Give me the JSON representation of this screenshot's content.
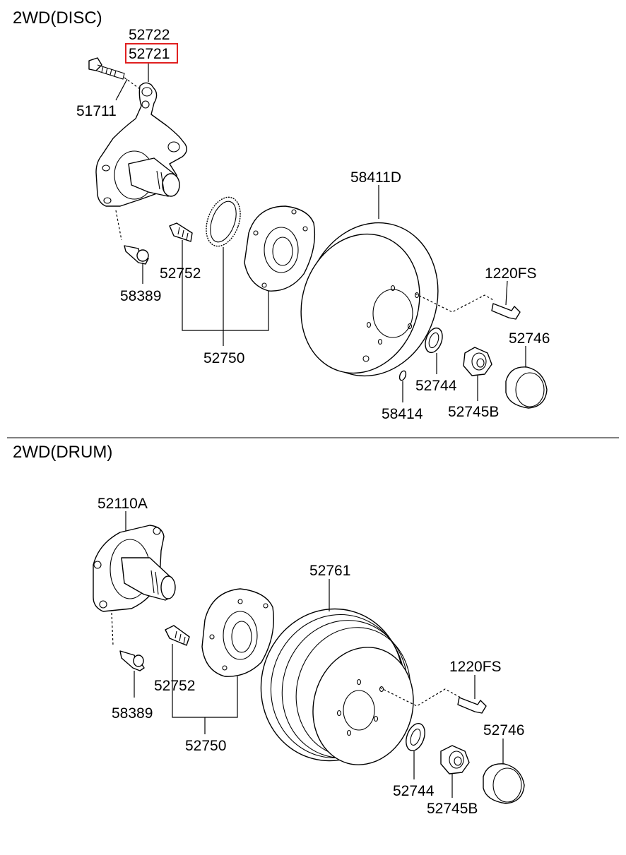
{
  "sections": {
    "disc": {
      "title": "2WD(DISC)",
      "labels": {
        "p52722": "52722",
        "p52721": "52721",
        "p51711": "51711",
        "p58411D": "58411D",
        "p52752": "52752",
        "p58389": "58389",
        "p1220FS": "1220FS",
        "p52746": "52746",
        "p52750": "52750",
        "p52744": "52744",
        "p58414": "58414",
        "p52745B": "52745B"
      }
    },
    "drum": {
      "title": "2WD(DRUM)",
      "labels": {
        "p52110A": "52110A",
        "p52761": "52761",
        "p1220FS": "1220FS",
        "p58389": "58389",
        "p52752": "52752",
        "p52746": "52746",
        "p52750": "52750",
        "p52744": "52744",
        "p52745B": "52745B"
      }
    }
  },
  "highlight": {
    "part": "52721",
    "color": "#e02020"
  }
}
